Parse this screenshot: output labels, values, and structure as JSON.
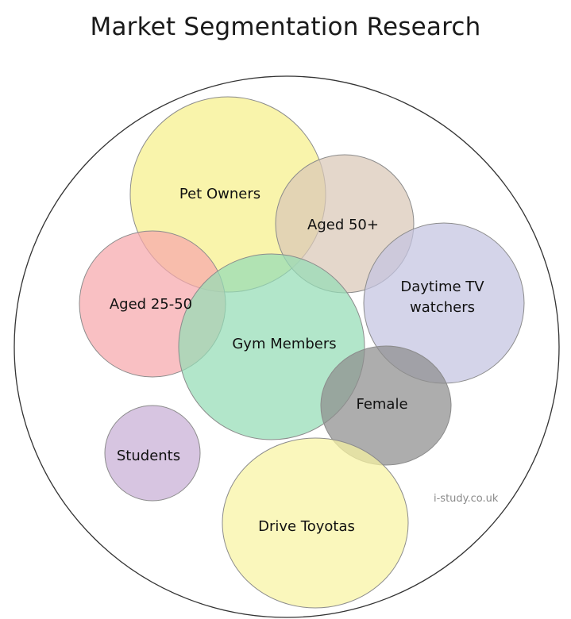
{
  "title": "Market Segmentation Research",
  "watermark": "i-study.co.uk",
  "segments": [
    {
      "id": "pet-owners",
      "label": [
        "Pet Owners"
      ],
      "color": "#f7f08a"
    },
    {
      "id": "aged-50-plus",
      "label": [
        "Aged 50+"
      ],
      "color": "#d9c7b7"
    },
    {
      "id": "aged-25-50",
      "label": [
        "Aged 25-50"
      ],
      "color": "#f7a8ac"
    },
    {
      "id": "gym-members",
      "label": [
        "Gym Members"
      ],
      "color": "#94dcb6"
    },
    {
      "id": "daytime-tv-watchers",
      "label": [
        "Daytime TV",
        "watchers"
      ],
      "color": "#c4c4e0"
    },
    {
      "id": "female",
      "label": [
        "Female"
      ],
      "color": "#8e8e8e"
    },
    {
      "id": "students",
      "label": [
        "Students"
      ],
      "color": "#c8afd6"
    },
    {
      "id": "drive-toyotas",
      "label": [
        "Drive Toyotas"
      ],
      "color": "#f8f4a2"
    }
  ]
}
